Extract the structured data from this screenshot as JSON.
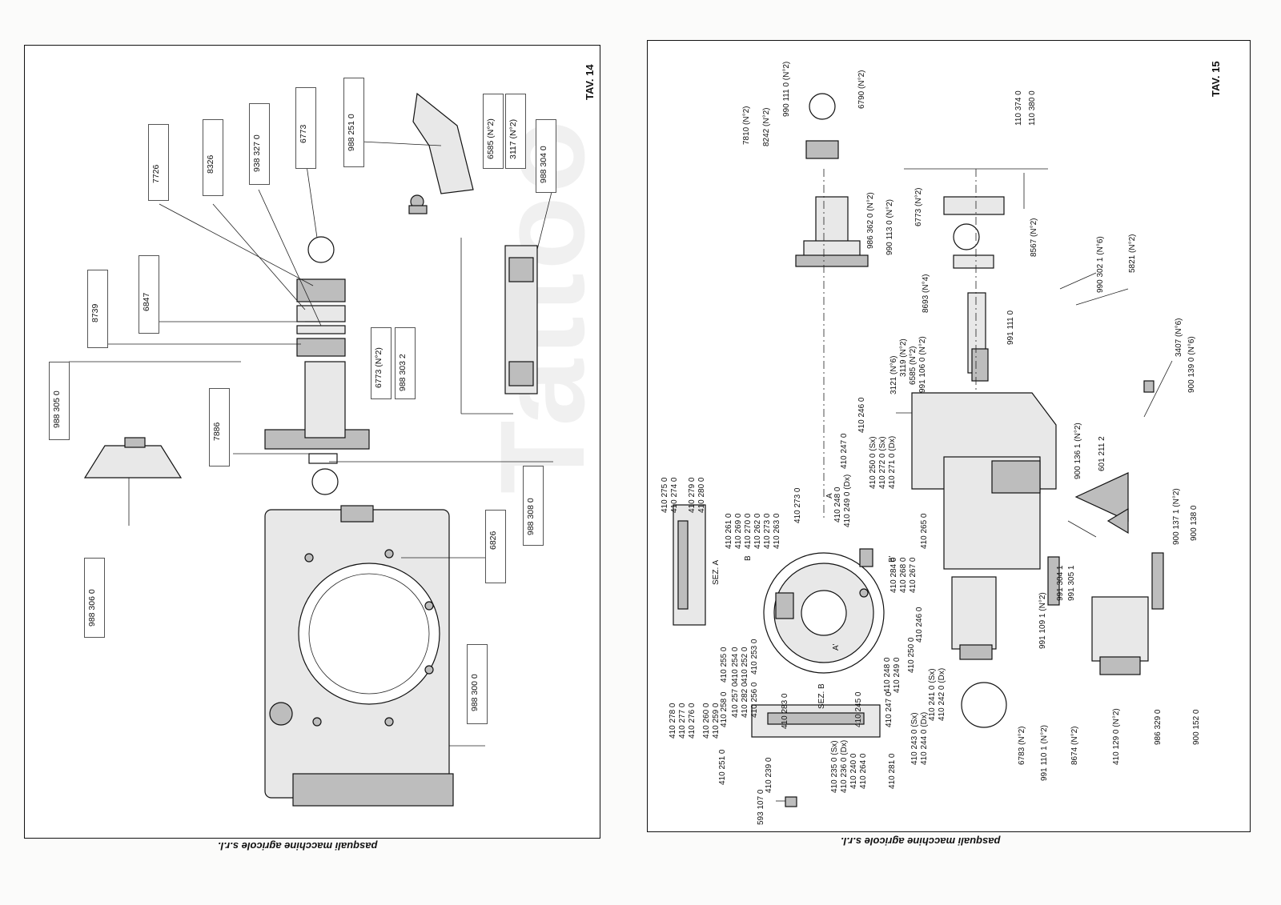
{
  "left_page": {
    "plate": "TAV. 14",
    "watermark": "Tattoo",
    "footer": "pasquali macchine agricole s.r.l.",
    "parts": [
      "7726",
      "8326",
      "938 327 0",
      "6773",
      "988 251 0",
      "6585 (N°2)",
      "3117 (N°2)",
      "988 304 0",
      "8739",
      "6847",
      "6773 (N°2)",
      "988 303 2",
      "988 305 0",
      "7886",
      "988 308 0",
      "6826",
      "988 306 0",
      "988 300 0"
    ]
  },
  "right_page": {
    "plate": "TAV. 15",
    "footer": "pasquali macchine agricole s.r.l.",
    "top_parts": [
      "7810 (N°2)",
      "8242 (N°2)",
      "990 111 0 (N°2)",
      "6790 (N°2)",
      "986 362 0 (N°2)",
      "990 113 0 (N°2)",
      "110 374 0",
      "110 380 0",
      "6773 (N°2)",
      "8567 (N°2)",
      "990 302 1 (N°6)",
      "5821 (N°2)",
      "8693 (N°4)",
      "991 111 0",
      "3121 (N°6)",
      "3119 (N°2)",
      "6585 (N°2)",
      "991 106 0 (N°2)",
      "3407 (N°6)",
      "900 139 0 (N°6)",
      "900 136 1 (N°2)",
      "601 211 2",
      "900 137 1 (N°2)",
      "900 138 0",
      "991 304 1",
      "991 305 1"
    ],
    "brake_parts": [
      "410 275 0",
      "410 274 0",
      "410 279 0",
      "410 280 0",
      "410 246 0",
      "410 247 0",
      "410 250 0 (Sx)",
      "410 272 0 (Sx)",
      "410 271 0 (Dx)",
      "410 273 0",
      "410 248 0",
      "410 249 0 (Dx)",
      "410 261 0",
      "410 269 0",
      "410 270 0",
      "410 262 0",
      "410 273 0",
      "410 263 0",
      "410 265 0",
      "410 284 0",
      "410 268 0",
      "410 267 0",
      "410 255 0",
      "410 254 0",
      "410 252 0",
      "410 253 0",
      "410 258 0",
      "410 257 0",
      "410 282 0",
      "410 256 0",
      "410 278 0",
      "410 277 0",
      "410 276 0",
      "410 260 0",
      "410 259 0",
      "410 283 0",
      "410 246 0",
      "410 248 0",
      "410 249 0",
      "410 250 0",
      "410 247 0",
      "410 241 0 (Sx)",
      "410 242 0 (Dx)",
      "410 245 0",
      "410 243 0 (Sx)",
      "410 244 0 (Dx)",
      "410 251 0",
      "410 239 0",
      "410 235 0 (Sx)",
      "410 236 0 (Dx)",
      "410 240 0",
      "410 264 0",
      "410 281 0",
      "593 107 0"
    ],
    "section_labels": [
      "SEZ. A",
      "SEZ. B",
      "A",
      "A'",
      "B",
      "B'"
    ],
    "bottom_parts": [
      "991 109 1 (N°2)",
      "6783 (N°2)",
      "991 110 1 (N°2)",
      "8674 (N°2)",
      "410 129 0 (N°2)",
      "986 329 0",
      "900 152 0"
    ]
  }
}
